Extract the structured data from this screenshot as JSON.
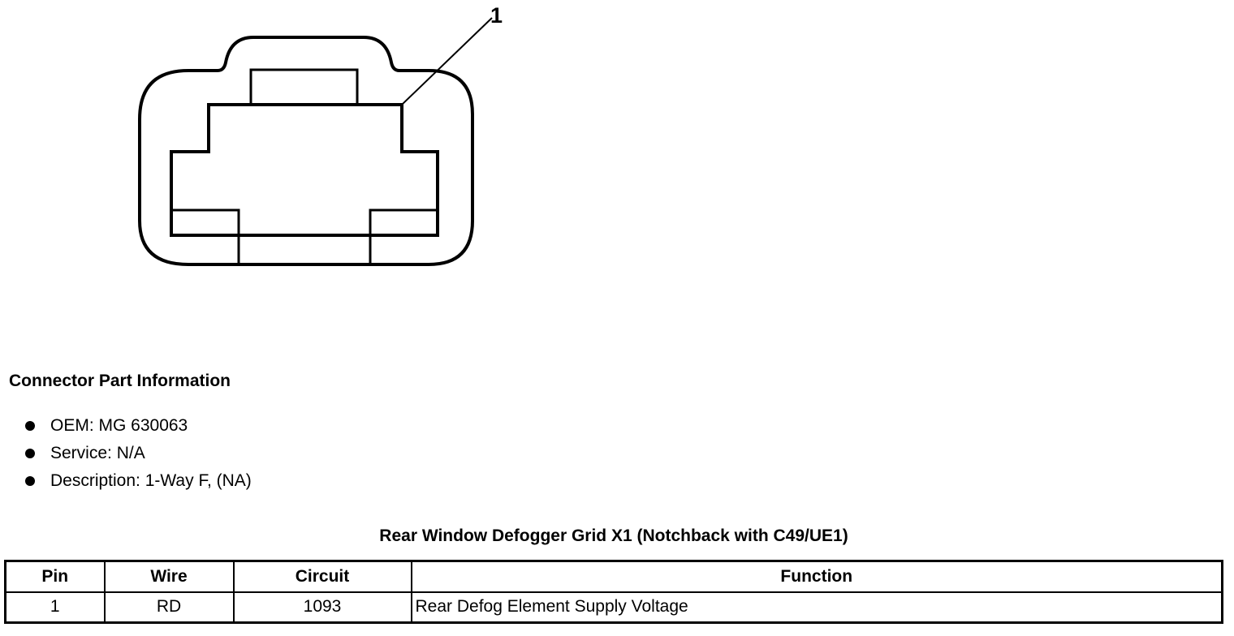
{
  "diagram": {
    "callout_label": "1"
  },
  "connector_info": {
    "heading": "Connector Part Information",
    "items": [
      "OEM: MG 630063",
      "Service: N/A",
      "Description: 1-Way F, (NA)"
    ]
  },
  "pin_table": {
    "caption": "Rear Window Defogger Grid X1 (Notchback with C49/UE1)",
    "headers": [
      "Pin",
      "Wire",
      "Circuit",
      "Function"
    ],
    "rows": [
      [
        "1",
        "RD",
        "1093",
        "Rear Defog Element Supply Voltage"
      ]
    ]
  }
}
